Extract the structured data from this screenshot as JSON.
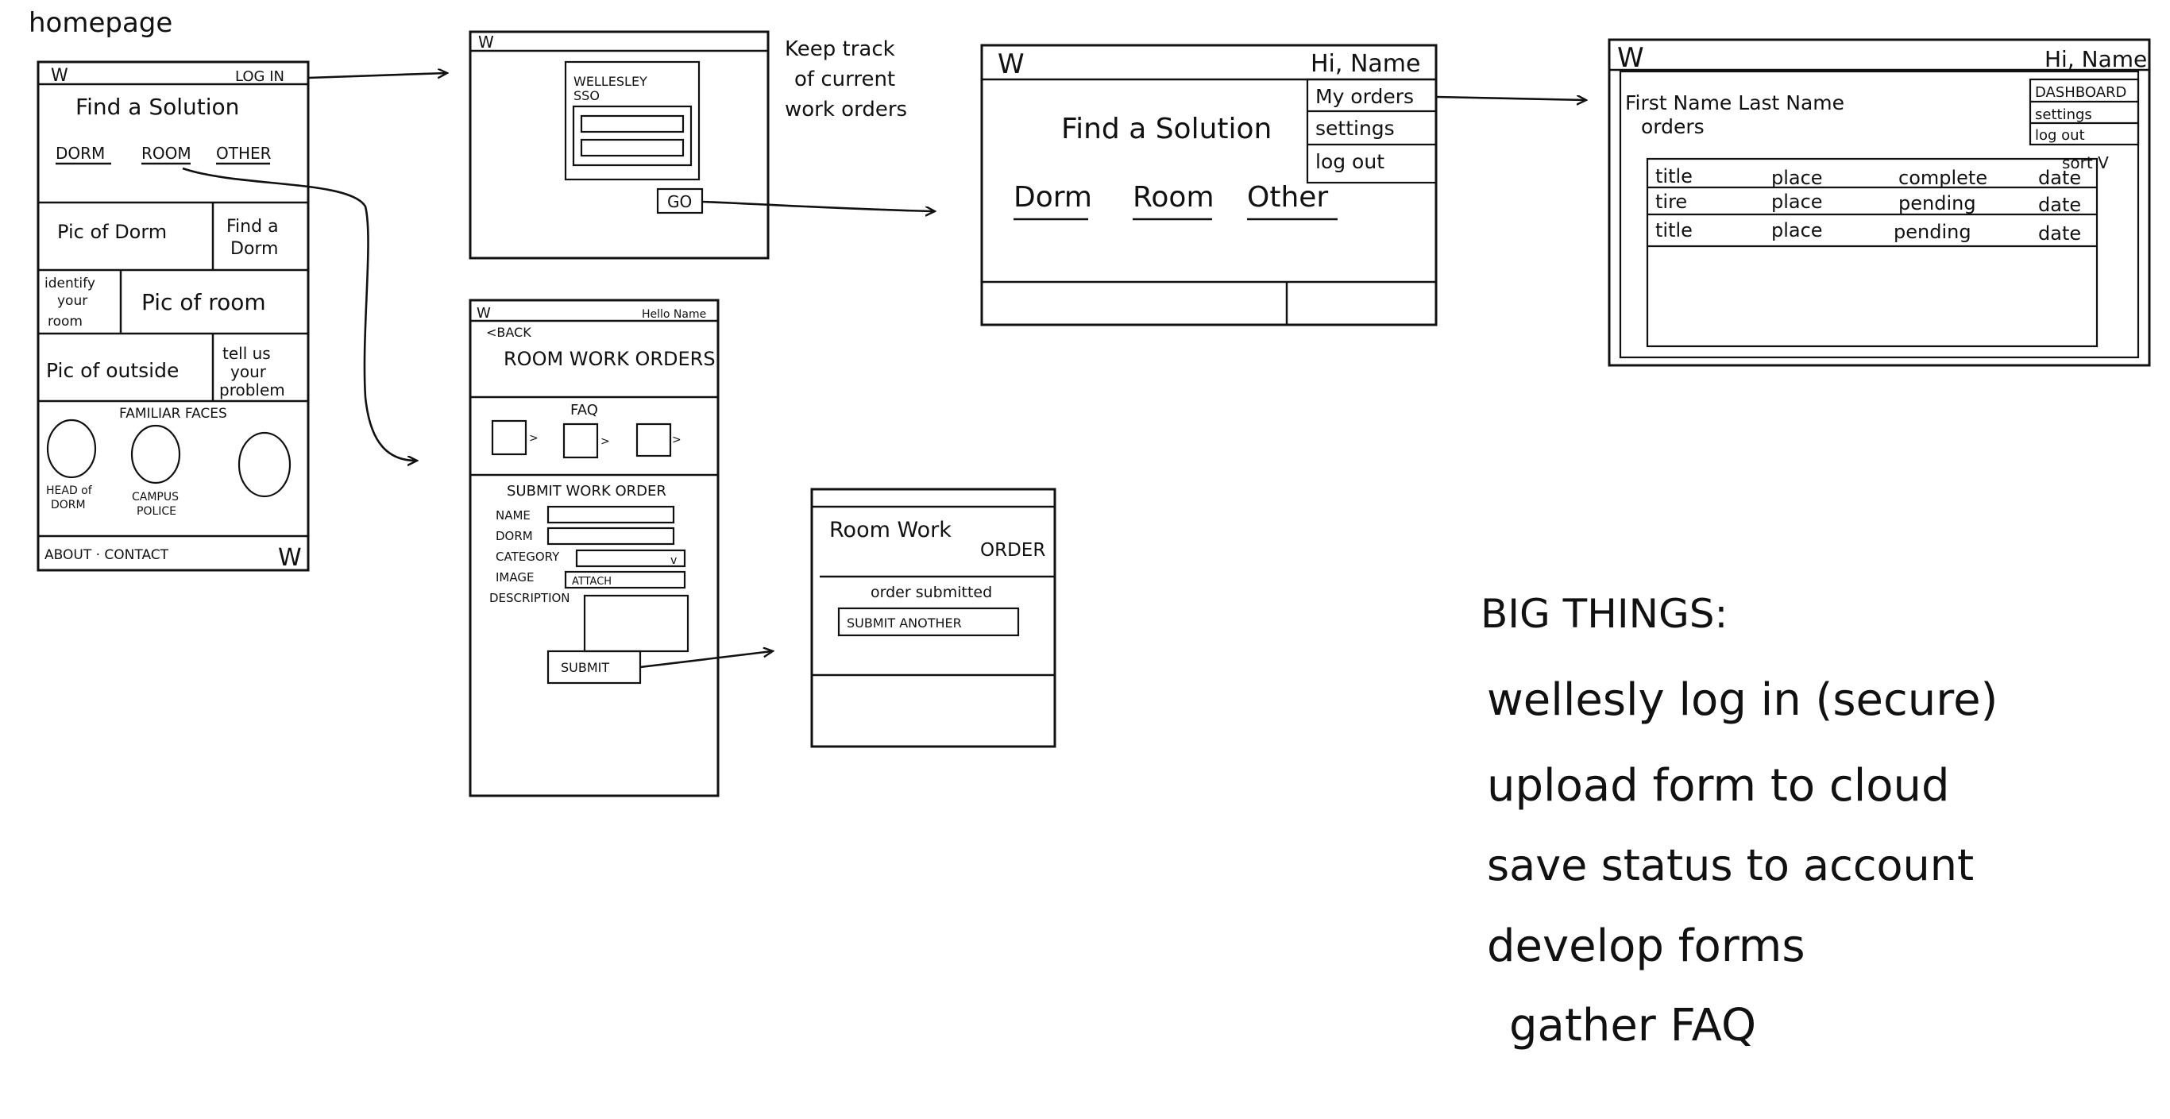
{
  "homepage": {
    "caption": "homepage",
    "logo": "W",
    "login": "LOG IN",
    "headline": "Find a Solution",
    "nav": [
      "DORM",
      "ROOM",
      "OTHER"
    ],
    "tiles": {
      "pic_dorm": "Pic of Dorm",
      "find_dorm": [
        "Find a",
        "Dorm"
      ],
      "identify_room": [
        "identify",
        "your",
        "room"
      ],
      "pic_room": "Pic of room",
      "pic_outside": "Pic of outside",
      "tell_problem": [
        "tell us",
        "your",
        "problem"
      ]
    },
    "faces_title": "FAMILIAR FACES",
    "faces": [
      [
        "HEAD of",
        "DORM"
      ],
      [
        "CAMPUS",
        "POLICE"
      ],
      [
        ""
      ]
    ],
    "footer": "ABOUT · CONTACT",
    "footer_logo": "W"
  },
  "login_screen": {
    "logo": "W",
    "sso_title": [
      "WELLESLEY",
      "SSO"
    ],
    "go": "GO"
  },
  "note_keep_track": [
    "Keep track",
    "of current",
    "work orders"
  ],
  "dashboard": {
    "logo": "W",
    "greeting": "Hi, Name",
    "menu": [
      "My orders",
      "settings",
      "log out"
    ],
    "headline": "Find a Solution",
    "nav": [
      "Dorm",
      "Room",
      "Other"
    ]
  },
  "orders_page": {
    "logo": "W",
    "greeting": "Hi, Name",
    "user": "First Name  Last Name",
    "subtitle": "orders",
    "menu": [
      "DASHBOARD",
      "settings",
      "log out"
    ],
    "sort": "sort V",
    "rows": [
      [
        "title",
        "place",
        "complete",
        "date"
      ],
      [
        "tire",
        "place",
        "pending",
        "date"
      ],
      [
        "title",
        "place",
        "pending",
        "date"
      ]
    ]
  },
  "room_form": {
    "logo": "W",
    "greeting": "Hello Name",
    "back": "<BACK",
    "title": "ROOM WORK ORDERS",
    "faq": "FAQ",
    "submit_title": "SUBMIT WORK ORDER",
    "fields": [
      "NAME",
      "DORM",
      "CATEGORY",
      "IMAGE",
      "DESCRIPTION"
    ],
    "attach": "ATTACH",
    "submit": "SUBMIT"
  },
  "confirmation": {
    "title": [
      "Room Work",
      "ORDER"
    ],
    "message": "order submitted",
    "button": "SUBMIT ANOTHER"
  },
  "big_things": {
    "title": "BIG THINGS:",
    "items": [
      "wellesly log in (secure)",
      "upload form to cloud",
      "save status to account",
      "develop forms",
      "gather FAQ"
    ]
  }
}
